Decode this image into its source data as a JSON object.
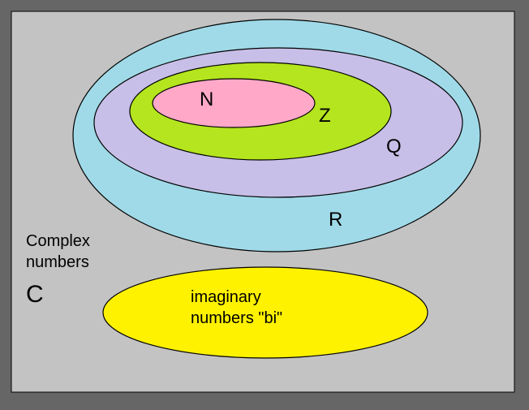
{
  "diagram": {
    "sets": [
      {
        "id": "R",
        "label": "R",
        "fill": "#a0dae8"
      },
      {
        "id": "Q",
        "label": "Q",
        "fill": "#c7bfe7"
      },
      {
        "id": "Z",
        "label": "Z",
        "fill": "#b4e51e"
      },
      {
        "id": "N",
        "label": "N",
        "fill": "#ffa8c8"
      }
    ],
    "complex": {
      "line1": "Complex",
      "line2": "numbers",
      "symbol": "C"
    },
    "imaginary": {
      "line1": "imaginary",
      "line2": "numbers \"bi\"",
      "fill": "#fff200"
    },
    "colors": {
      "frame": "#666666",
      "background": "#c3c3c3",
      "outline": "#000000"
    }
  }
}
